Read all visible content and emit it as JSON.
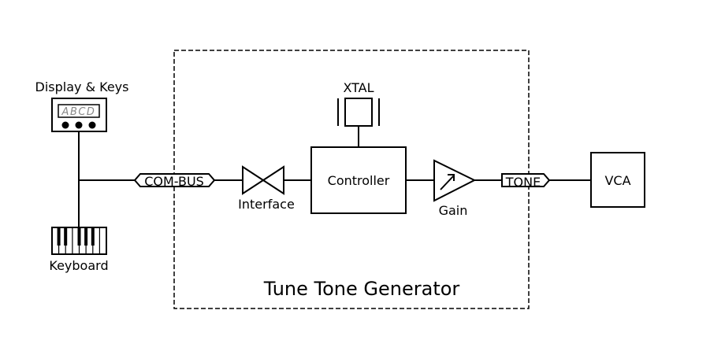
{
  "diagram": {
    "title": "Tune Tone Generator",
    "colors": {
      "line": "#000000",
      "background": "#ffffff",
      "display_text": "#888888"
    },
    "blocks": {
      "display": {
        "label": "Display & Keys",
        "screen_text": "ABCD",
        "icon": "display-keys-icon",
        "buttons": 3
      },
      "keyboard": {
        "label": "Keyboard",
        "icon": "piano-keyboard-icon"
      },
      "com_bus": {
        "label": "COM-BUS",
        "type": "bidirectional-port"
      },
      "interface": {
        "label": "Interface",
        "icon": "bowtie-interface-icon"
      },
      "xtal": {
        "label": "XTAL",
        "icon": "crystal-oscillator-icon"
      },
      "controller": {
        "label": "Controller"
      },
      "gain": {
        "label": "Gain",
        "icon": "variable-amplifier-icon"
      },
      "tone": {
        "label": "TONE",
        "type": "output-port"
      },
      "vca": {
        "label": "VCA"
      }
    },
    "connections": [
      [
        "display",
        "keyboard"
      ],
      [
        "display",
        "com_bus"
      ],
      [
        "com_bus",
        "interface"
      ],
      [
        "interface",
        "controller"
      ],
      [
        "xtal",
        "controller"
      ],
      [
        "controller",
        "gain"
      ],
      [
        "gain",
        "tone"
      ],
      [
        "tone",
        "vca"
      ]
    ]
  }
}
